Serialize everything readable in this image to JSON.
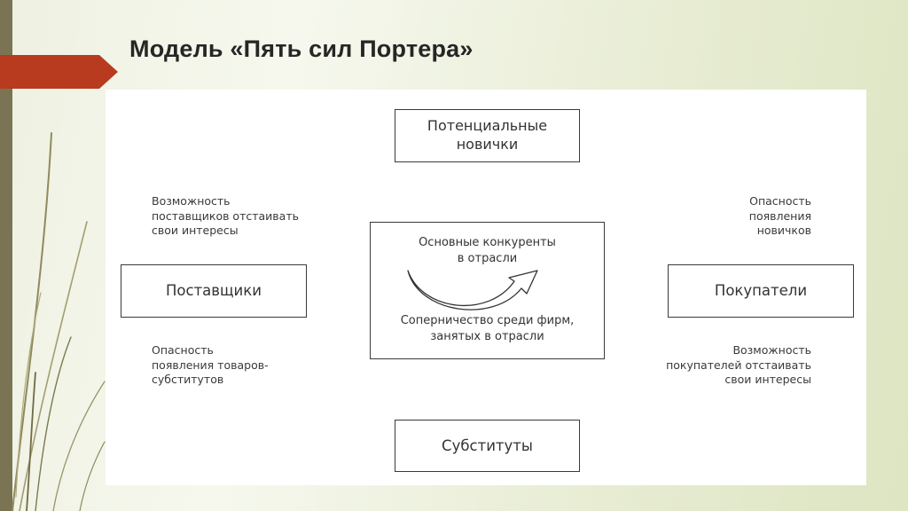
{
  "slide": {
    "title": "Модель «Пять сил Портера»",
    "accent_color": "#b83a1f",
    "strip_color": "#7a7454"
  },
  "diagram": {
    "top_box": [
      "Потенциальные",
      "новички"
    ],
    "left_box": "Поставщики",
    "right_box": "Покупатели",
    "bottom_box": "Субституты",
    "center_top": [
      "Основные конкуренты",
      "в отрасли"
    ],
    "center_bottom": [
      "Соперничество среди фирм,",
      "занятых в отрасли"
    ],
    "note_top_left": [
      "Возможность",
      "поставщиков отстаивать",
      "свои интересы"
    ],
    "note_bottom_left": [
      "Опасность",
      "появления товаров-",
      "субститутов"
    ],
    "note_top_right": [
      "Опасность",
      "появления",
      "новичков"
    ],
    "note_bottom_right": [
      "Возможность",
      "покупателей отстаивать",
      "свои интересы"
    ]
  }
}
